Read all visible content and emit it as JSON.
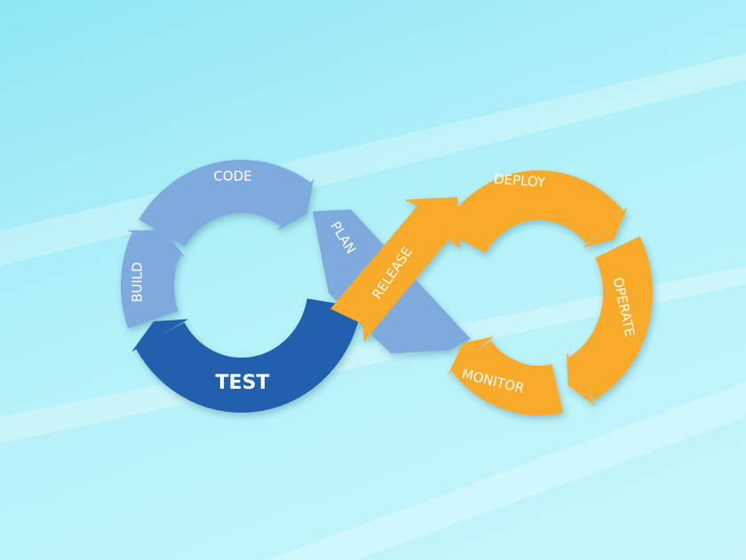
{
  "diagram": {
    "title": "DevOps lifecycle",
    "stages": {
      "plan": "PLAN",
      "code": "CODE",
      "build": "BUILD",
      "test": "TEST",
      "release": "RELEASE",
      "deploy": "DEPLOY",
      "operate": "OPERATE",
      "monitor": "MONITOR"
    },
    "colors": {
      "dev_light": "#7eaadd",
      "dev_dark": "#2160ae",
      "ops": "#f8ab2a",
      "background": "#b4f1f9"
    }
  }
}
